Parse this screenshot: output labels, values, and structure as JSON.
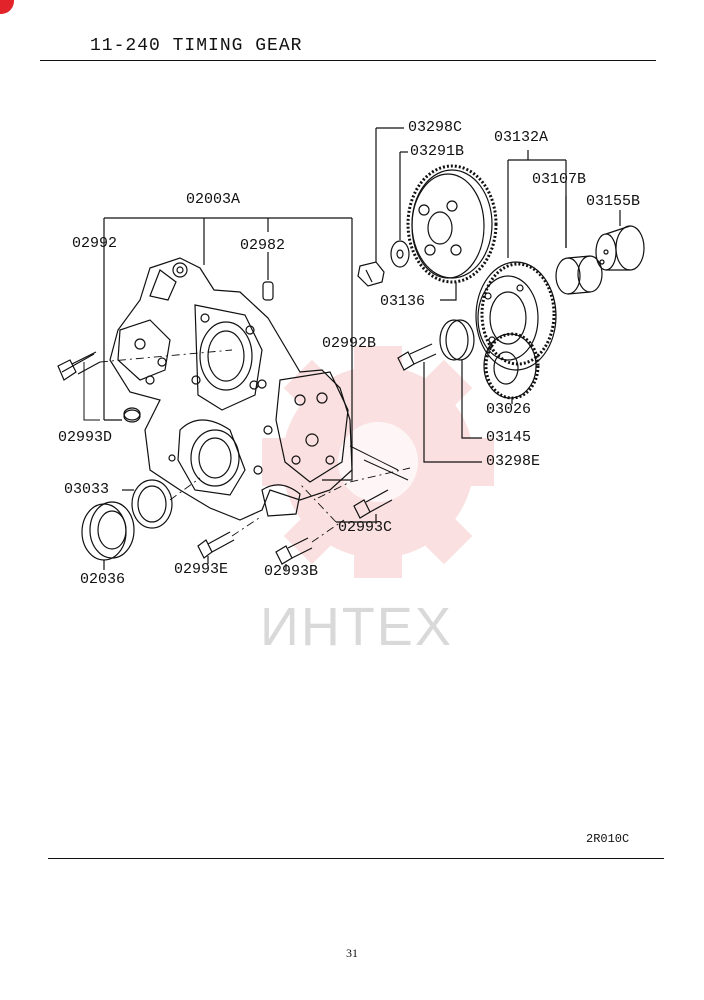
{
  "header": {
    "title": "11-240  TIMING GEAR"
  },
  "watermark": {
    "text": "ИНТЕХ",
    "color": "#f1a7a7"
  },
  "labels": {
    "l03298C": "03298C",
    "l03291B": "03291B",
    "l03132A": "03132A",
    "l03107B": "03107B",
    "l03155B": "03155B",
    "l02003A": "02003A",
    "l02992": "02992",
    "l02982": "02982",
    "l03136": "03136",
    "l02992B": "02992B",
    "l02993D": "02993D",
    "l03026": "03026",
    "l03145": "03145",
    "l03298E": "03298E",
    "l03033": "03033",
    "l02993C": "02993C",
    "l02036": "02036",
    "l02993E": "02993E",
    "l02993B": "02993B"
  },
  "footer": {
    "diagram_code": "2R010C",
    "page_number": "31"
  },
  "colors": {
    "ink": "#111111",
    "badge": "#e2232a"
  }
}
